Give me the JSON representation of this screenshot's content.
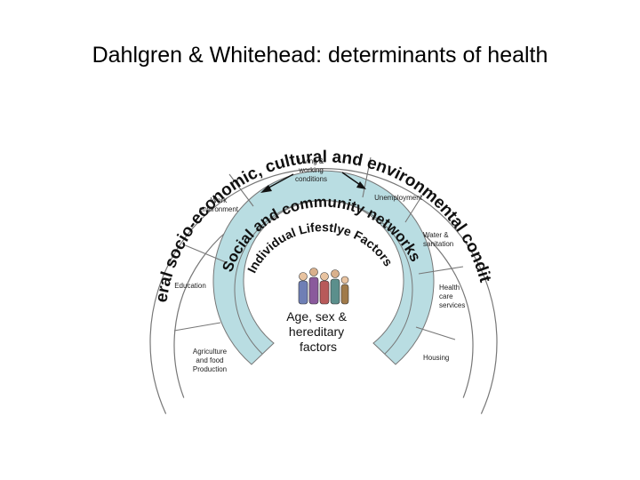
{
  "title": "Dahlgren & Whitehead: determinants of health",
  "diagram": {
    "outer_arc_label": "General socio-economic, cultural and environmental conditions",
    "social_arc_label": "Social and community networks",
    "lifestyle_arc_label": "Individual Lifestlye Factors",
    "core_lines": [
      "Age, sex &",
      "hereditary",
      "factors"
    ],
    "sectors": [
      {
        "lines": [
          "Agriculture",
          "and food",
          "Production"
        ]
      },
      {
        "lines": [
          "Education"
        ]
      },
      {
        "lines": [
          "Work",
          "environment"
        ]
      },
      {
        "lines": [
          "Living &",
          "working",
          "conditions"
        ]
      },
      {
        "lines": [
          "Unemployment"
        ]
      },
      {
        "lines": [
          "Water &",
          "sanitation"
        ]
      },
      {
        "lines": [
          "Health",
          "care",
          "services"
        ]
      },
      {
        "lines": [
          "Housing"
        ]
      }
    ],
    "colors": {
      "social_band": "#b9dde2",
      "lines": "#777777"
    }
  }
}
